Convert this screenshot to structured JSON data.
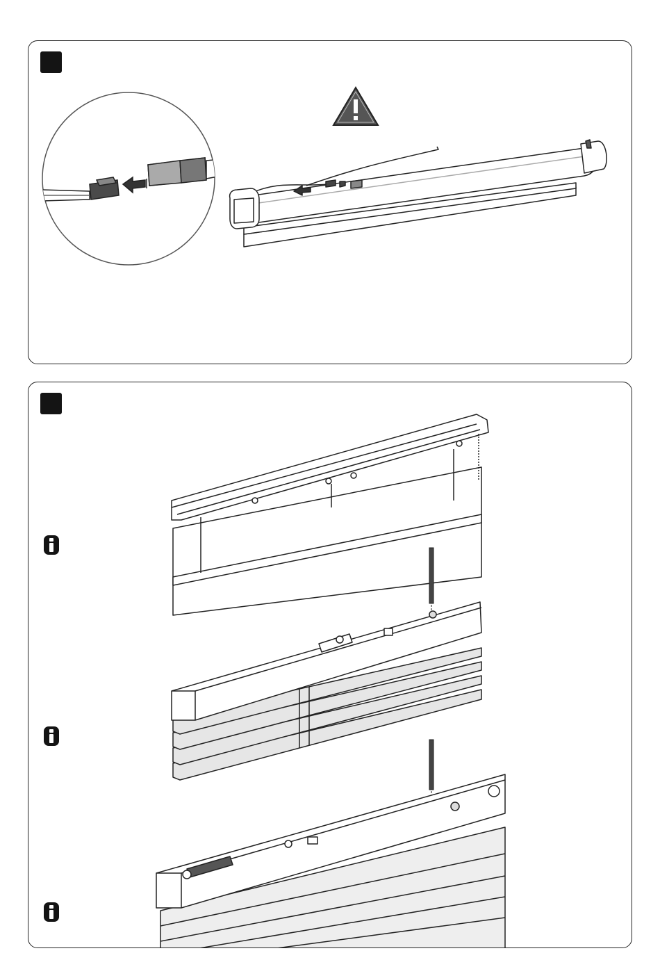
{
  "document": {
    "panels": [
      {
        "id": "step-1",
        "step_marker": "",
        "icons": [
          "warning-triangle-icon",
          "magnifier-circle-detail",
          "connector-cable-icon"
        ]
      },
      {
        "id": "step-2",
        "step_marker": "",
        "icons": [
          "info-icon",
          "info-icon",
          "info-icon"
        ]
      }
    ]
  },
  "colors": {
    "line": "#222222",
    "warning_fill": "#555555",
    "panel_border": "#222222",
    "shade": "#e6e6e6"
  },
  "info_notes": [
    "i",
    "i",
    "i"
  ]
}
